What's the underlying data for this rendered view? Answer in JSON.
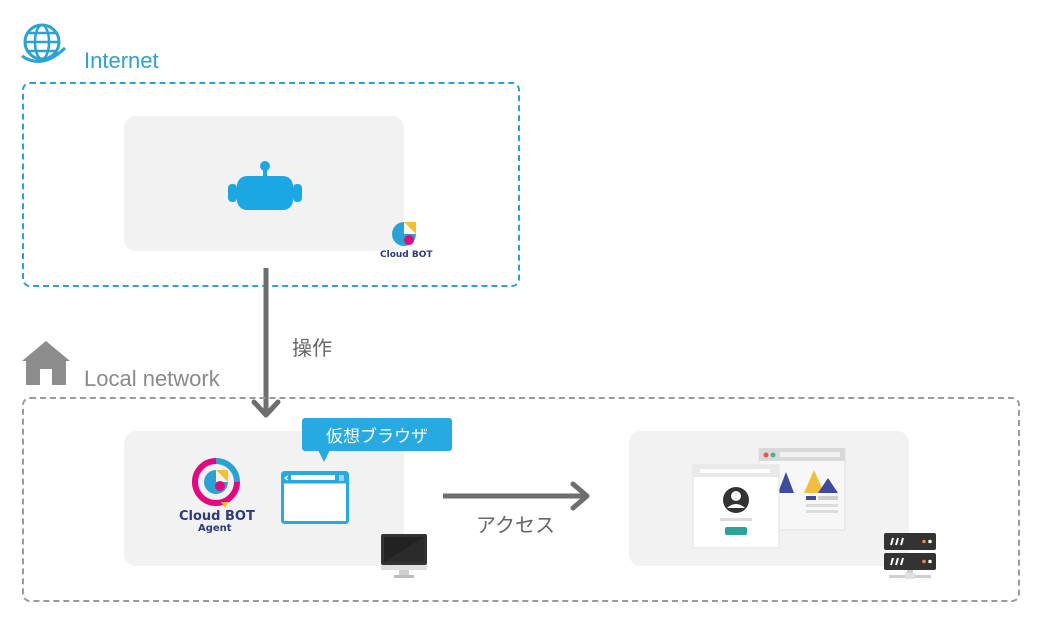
{
  "zones": {
    "internet": {
      "label": "Internet"
    },
    "local": {
      "label": "Local network"
    }
  },
  "arrows": {
    "operate_label": "操作",
    "access_label": "アクセス"
  },
  "agent_panel": {
    "bubble_label": "仮想ブラウザ",
    "agent_logo_line1": "Cloud BOT",
    "agent_logo_line2": "Agent"
  },
  "cloud_panel": {
    "logo_text": "Cloud BOT"
  },
  "colors": {
    "internet_accent": "#2aa3d4",
    "local_accent": "#9a9a9a",
    "bubble": "#27a9e1",
    "arrow": "#6e6e6e",
    "panel": "#f2f2f2"
  }
}
